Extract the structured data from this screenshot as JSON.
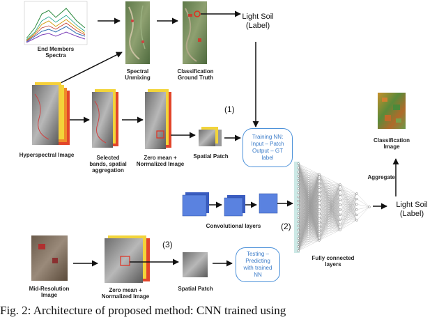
{
  "labels": {
    "end_members": "End Members\nSpectra",
    "spectral_unmixing": "Spectral\nUnmixing",
    "classification_gt": "Classification\nGround Truth",
    "light_soil_top": "Light Soil\n(Label)",
    "hyperspectral": "Hyperspectral Image",
    "selected_bands": "Selected\nbands, spatial\naggregation",
    "zero_mean_top": "Zero mean +\nNormalized Image",
    "spatial_patch_top": "Spatial Patch",
    "conv_layers": "Convolutional layers",
    "fc_layers": "Fully connected\nlayers",
    "classification_image": "Classification\nImage",
    "aggregate": "Aggregate",
    "light_soil_right": "Light Soil\n(Label)",
    "mid_res": "Mid-Resolution\nImage",
    "zero_mean_bottom": "Zero mean +\nNormalized Image",
    "spatial_patch_bottom": "Spatial Patch"
  },
  "markers": {
    "m1": "(1)",
    "m2": "(2)",
    "m3": "(3)"
  },
  "boxes": {
    "training": "Training NN:\nInput – Patch\nOutput – GT\nlabel",
    "testing": "Testing –\nPredicting\nwith trained\nNN"
  },
  "caption": "Fig. 2:  Architecture of proposed method: CNN trained using",
  "colors": {
    "accent": "#4a90d9",
    "conv_blue": "#4a72d8",
    "stack_yellow": "#f2d43a",
    "stack_orange": "#ef8a2a",
    "stack_red": "#e2452a"
  }
}
